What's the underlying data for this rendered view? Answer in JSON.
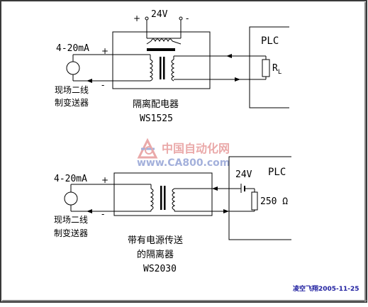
{
  "top": {
    "supply": "24V",
    "supply_plus": "+",
    "supply_minus": "-",
    "current": "4-20mA",
    "plus": "+",
    "minus": "-",
    "transmitter_line1": "现场二线",
    "transmitter_line2": "制变送器",
    "plc": "PLC",
    "resistor": "R",
    "resistor_sub": "L",
    "name": "隔离配电器",
    "model": "WS1525"
  },
  "bottom": {
    "current": "4-20mA",
    "plus": "+",
    "minus": "-",
    "transmitter_line1": "现场二线",
    "transmitter_line2": "制变送器",
    "plc": "PLC",
    "supply": "24V",
    "resistor": "250 Ω",
    "name_line1": "带有电源传送",
    "name_line2": "的隔离器",
    "model": "WS2030"
  },
  "watermark": {
    "cn": "中国自动化网",
    "url": "www.CA800.com"
  },
  "signature": "凌空飞翔2005-11-25",
  "colors": {
    "line": "#000000",
    "border": "#3a3a3a",
    "watermark_red": "#e8a0a0",
    "watermark_blue": "#9aa8d8",
    "signature_blue": "#2020a0"
  }
}
